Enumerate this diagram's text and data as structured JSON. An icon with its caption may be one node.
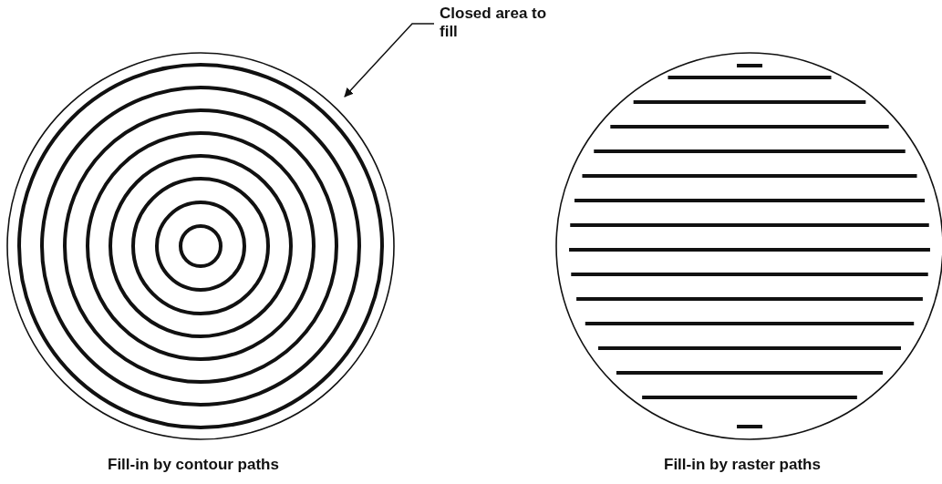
{
  "diagram": {
    "nodes": [
      {
        "text": [
          "Closed area to fill"
        ]
      },
      {
        "text": [],
        "shape": "circle",
        "beside": [
          "Fill-in by contour paths"
        ]
      },
      {
        "text": [],
        "shape": "circle",
        "beside": [
          "Fill-in by raster paths"
        ]
      }
    ],
    "edges": [
      {
        "from": 0,
        "to": 1,
        "arrow": "to"
      }
    ]
  }
}
